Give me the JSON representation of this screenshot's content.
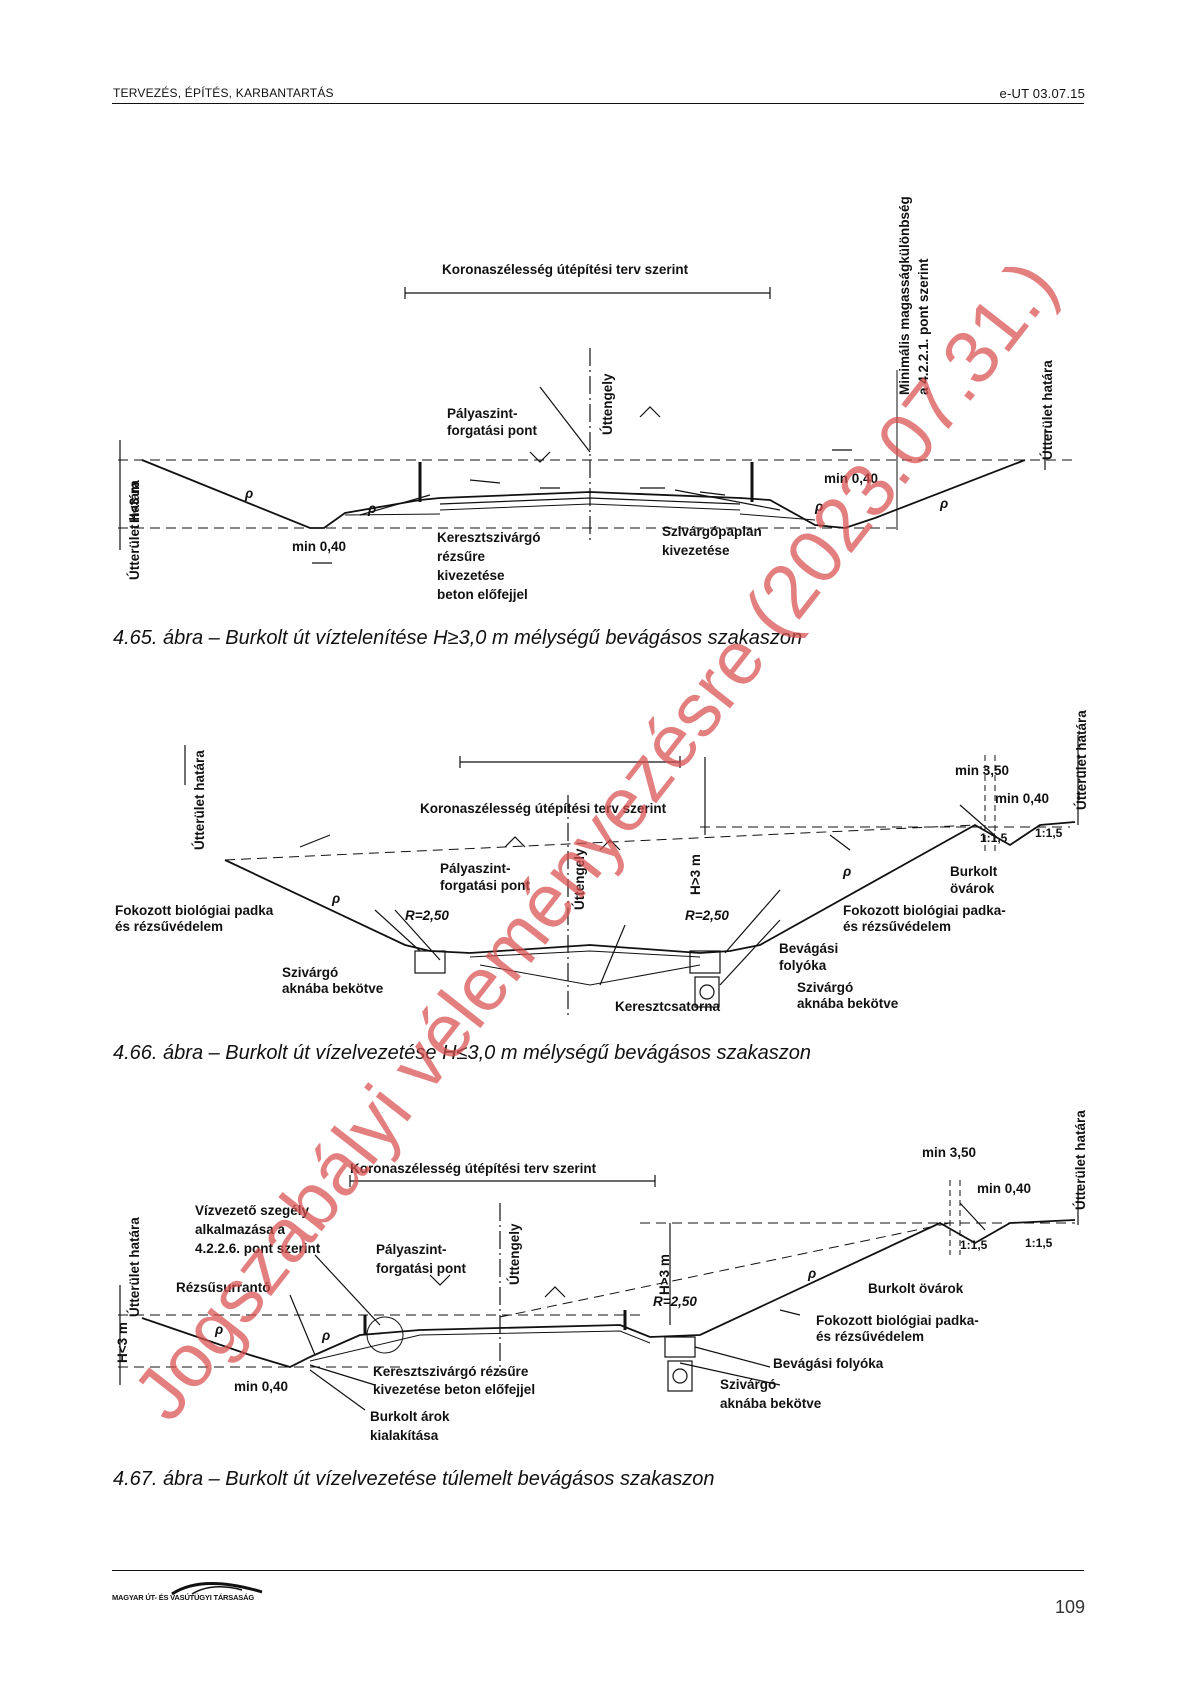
{
  "header": {
    "left": "TERVEZÉS, ÉPÍTÉS, KARBANTARTÁS",
    "right": "e-UT 03.07.15"
  },
  "figures": [
    {
      "caption": "4.65. ábra – Burkolt út víztelenítése H≥3,0 m mélységű bevágásos szakaszon",
      "labels": {
        "crown_width": "Koronaszélesség útépítési terv szerint",
        "boundary_left": "Útterület határa",
        "boundary_right": "Útterület határa",
        "axis": "Úttengely",
        "pivot": "Pályaszint-\nforgatási pont",
        "min_height": "Minimális magasságkülönbség\na 4.2.2.1. pont szerint",
        "height": "H<3 m",
        "rho_1": "ρ",
        "rho_2": "ρ",
        "rho_3": "ρ",
        "rho_4": "ρ",
        "min_left": "min 0,40",
        "min_right": "min 0,40",
        "cross_drain": "Keresztszivárgó\nrézsűre\nkivezetése\nbeton előfejjel",
        "drain_mat": "Szivárgópaplan\nkivezetése"
      }
    },
    {
      "caption": "4.66. ábra – Burkolt út vízelvezetése H≤3,0 m mélységű bevágásos szakaszon",
      "labels": {
        "crown_width": "Koronaszélesség útépítési terv szerint",
        "boundary_left": "Útterület határa",
        "boundary_right": "Útterület határa",
        "axis": "Úttengely",
        "pivot": "Pályaszint-\nforgatási pont",
        "height": "H>3 m",
        "min_350": "min 3,50",
        "min_040": "min 0,40",
        "slope_1": "1:1,5",
        "slope_2": "1:1,5",
        "paved_ditch": "Burkolt\növárok",
        "bio_left": "Fokozott biológiai padka\nés rézsűvédelem",
        "bio_right": "Fokozott biológiai padka-\nés rézsűvédelem",
        "r_left": "R=2,50",
        "r_right": "R=2,50",
        "rho_1": "ρ",
        "rho_2": "ρ",
        "cut_gutter": "Bevágási\nfolyóka",
        "drain_left": "Szivárgó\naknába bekötve",
        "drain_right": "Szivárgó\naknába bekötve",
        "culvert": "Keresztcsatorna"
      }
    },
    {
      "caption": "4.67. ábra – Burkolt út vízelvezetése túlemelt bevágásos szakaszon",
      "labels": {
        "crown_width": "Koronaszélesség útépítési terv szerint",
        "boundary_left": "Útterület határa",
        "boundary_right": "Útterület határa",
        "axis": "Úttengely",
        "curb": "Vízvezető szegély\nalkalmazása a\n4.2.2.6. pont szerint",
        "chute": "Rézsűsurrantó",
        "pivot": "Pályaszint-\nforgatási pont",
        "height_left": "H<3 m",
        "height_right": "H>3 m",
        "min_350": "min 3,50",
        "min_040": "min 0,40",
        "min_left": "min 0,40",
        "slope_1": "1:1,5",
        "slope_2": "1:1,5",
        "paved_ditch": "Burkolt övárok",
        "bio_right": "Fokozott biológiai padka-\nés rézsűvédelem",
        "r_right": "R=2,50",
        "rho_1": "ρ",
        "rho_2": "ρ",
        "rho_3": "ρ",
        "cut_gutter": "Bevágási folyóka",
        "drain_right": "Szivárgó\naknába bekötve",
        "cross_drain": "Keresztszivárgó rézsűre\nkivezetése beton előfejjel",
        "paved_trench": "Burkolt árok\nkialakítása"
      }
    }
  ],
  "watermark": "Jogszabályi véleményezésre (2023.07.31.)",
  "footer": {
    "logo_text": "MAGYAR ÚT- ÉS VASÚTÜGYI TÁRSASÁG",
    "page_number": "109"
  }
}
